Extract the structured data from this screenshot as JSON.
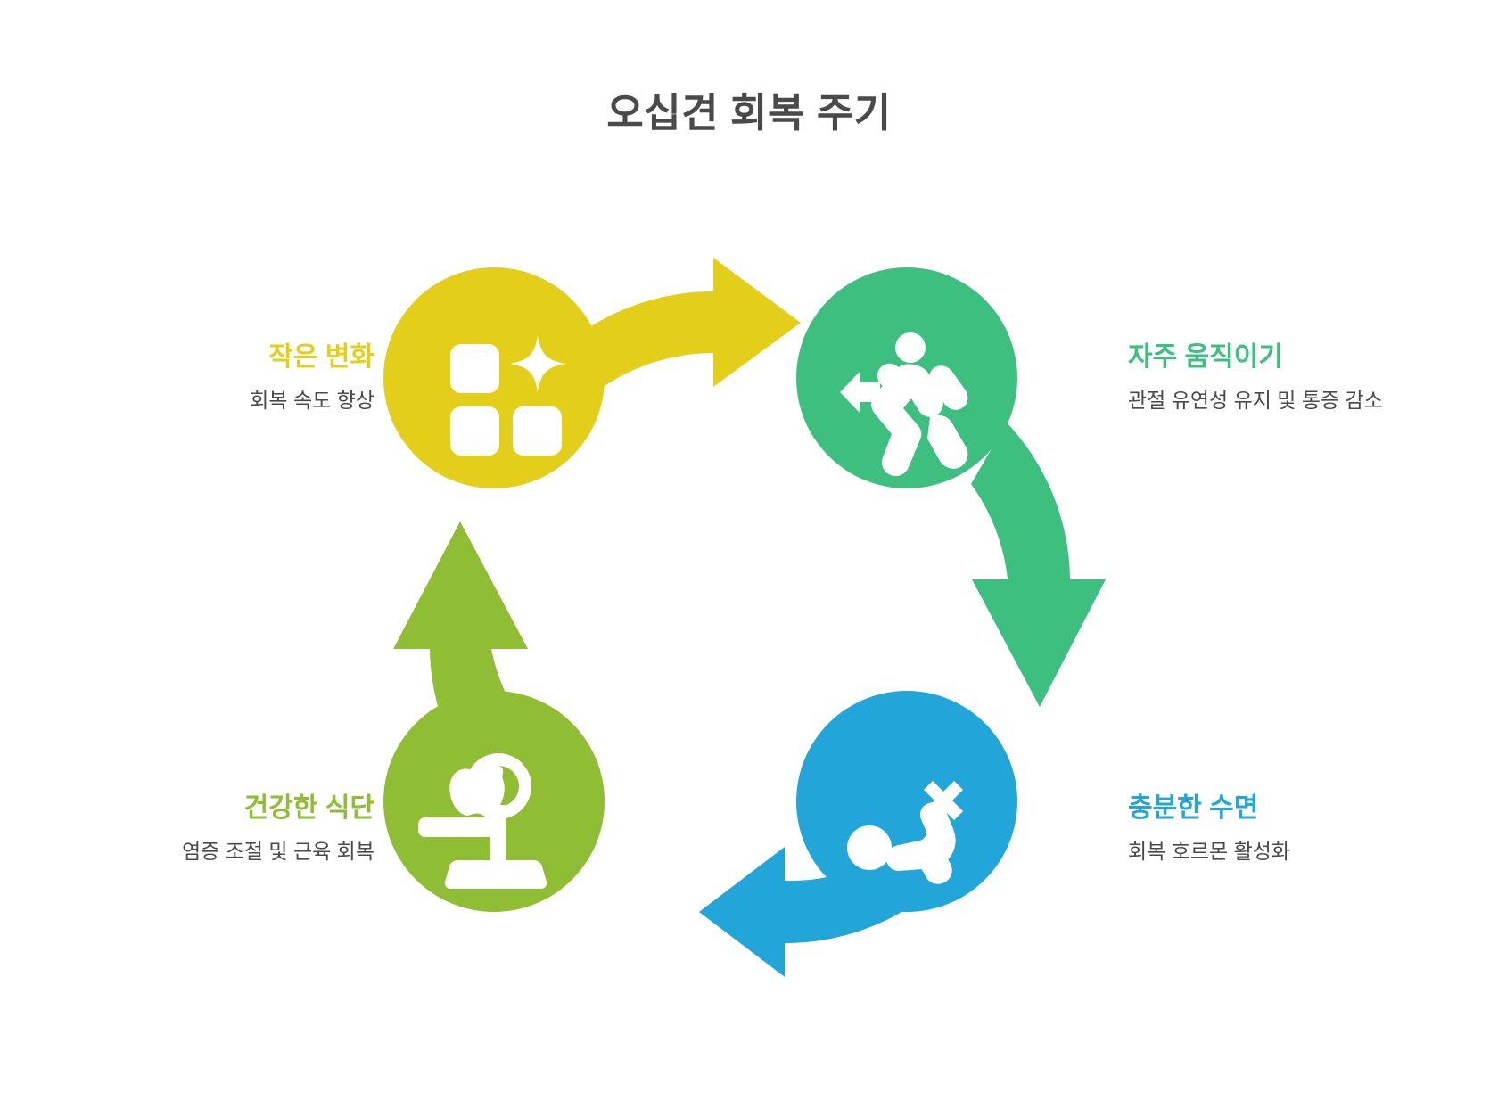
{
  "title": "오십견 회복 주기",
  "colors": {
    "yellow": "#e3cf1a",
    "green": "#3dbf7f",
    "blue": "#22a5d8",
    "olive": "#8fbe34",
    "title_text": "#4a4a4a",
    "body_text": "#4a4a4a",
    "background": "#ffffff"
  },
  "nodes": [
    {
      "id": "move",
      "title": "자주 움직이기",
      "desc": "관절 유연성 유지 및 통증 감소",
      "color": "#3dbf7f",
      "icon": "running-person-icon",
      "position": "top-right"
    },
    {
      "id": "sleep",
      "title": "충분한 수면",
      "desc": "회복 호르몬 활성화",
      "color": "#22a5d8",
      "icon": "sleeping-moon-icon",
      "position": "bottom-right"
    },
    {
      "id": "diet",
      "title": "건강한 식단",
      "desc": "염증 조절 및 근육 회복",
      "color": "#8fbe34",
      "icon": "apple-scale-icon",
      "position": "bottom-left"
    },
    {
      "id": "change",
      "title": "작은 변화",
      "desc": "회복 속도 향상",
      "color": "#e3cf1a",
      "icon": "sparkle-grid-icon",
      "position": "top-left"
    }
  ],
  "arrows": [
    {
      "id": "arrow-change-to-move",
      "color": "#e3cf1a",
      "from": "change",
      "to": "move"
    },
    {
      "id": "arrow-move-to-sleep",
      "color": "#3dbf7f",
      "from": "move",
      "to": "sleep"
    },
    {
      "id": "arrow-sleep-to-diet",
      "color": "#22a5d8",
      "from": "sleep",
      "to": "diet"
    },
    {
      "id": "arrow-diet-to-change",
      "color": "#8fbe34",
      "from": "diet",
      "to": "change"
    }
  ]
}
